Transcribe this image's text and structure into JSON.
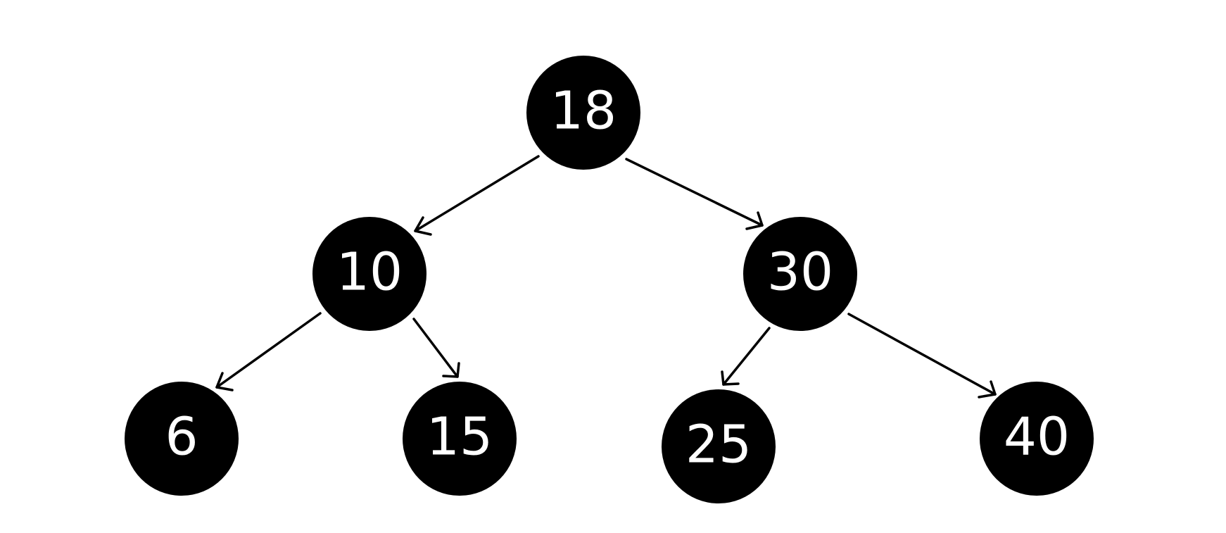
{
  "tree": {
    "nodes": [
      {
        "id": "n18",
        "label": "18"
      },
      {
        "id": "n10",
        "label": "10"
      },
      {
        "id": "n30",
        "label": "30"
      },
      {
        "id": "n6",
        "label": "6"
      },
      {
        "id": "n15",
        "label": "15"
      },
      {
        "id": "n25",
        "label": "25"
      },
      {
        "id": "n40",
        "label": "40"
      }
    ],
    "edges": [
      {
        "from": "n18",
        "to": "n10"
      },
      {
        "from": "n18",
        "to": "n30"
      },
      {
        "from": "n10",
        "to": "n6"
      },
      {
        "from": "n10",
        "to": "n15"
      },
      {
        "from": "n30",
        "to": "n25"
      },
      {
        "from": "n30",
        "to": "n40"
      }
    ]
  },
  "colors": {
    "node_fill": "#000000",
    "node_text": "#ffffff",
    "edge": "#000000",
    "background": "#ffffff"
  }
}
